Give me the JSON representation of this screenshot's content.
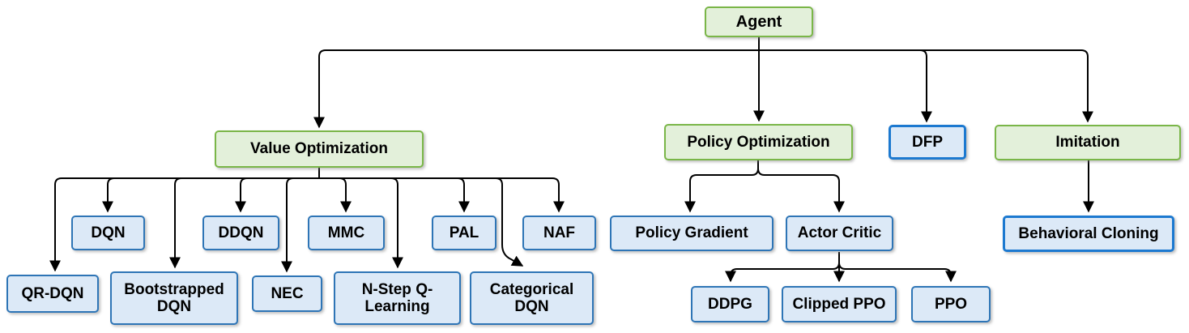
{
  "diagram": {
    "nodes": {
      "agent": {
        "label": "Agent",
        "kind": "category"
      },
      "value_optimization": {
        "label": "Value Optimization",
        "kind": "category"
      },
      "policy_optimization": {
        "label": "Policy Optimization",
        "kind": "category"
      },
      "dfp": {
        "label": "DFP",
        "kind": "algorithm"
      },
      "imitation": {
        "label": "Imitation",
        "kind": "category"
      },
      "dqn": {
        "label": "DQN",
        "kind": "algorithm"
      },
      "ddqn": {
        "label": "DDQN",
        "kind": "algorithm"
      },
      "mmc": {
        "label": "MMC",
        "kind": "algorithm"
      },
      "pal": {
        "label": "PAL",
        "kind": "algorithm"
      },
      "naf": {
        "label": "NAF",
        "kind": "algorithm"
      },
      "qr_dqn": {
        "label": "QR-DQN",
        "kind": "algorithm"
      },
      "bootstrapped_dqn": {
        "label": "Bootstrapped DQN",
        "kind": "algorithm"
      },
      "nec": {
        "label": "NEC",
        "kind": "algorithm"
      },
      "n_step_q_learning": {
        "label": "N-Step Q-Learning",
        "kind": "algorithm"
      },
      "categorical_dqn": {
        "label": "Categorical DQN",
        "kind": "algorithm"
      },
      "policy_gradient": {
        "label": "Policy Gradient",
        "kind": "algorithm"
      },
      "actor_critic": {
        "label": "Actor Critic",
        "kind": "algorithm"
      },
      "ddpg": {
        "label": "DDPG",
        "kind": "algorithm"
      },
      "clipped_ppo": {
        "label": "Clipped PPO",
        "kind": "algorithm"
      },
      "ppo": {
        "label": "PPO",
        "kind": "algorithm"
      },
      "behavioral_cloning": {
        "label": "Behavioral Cloning",
        "kind": "algorithm"
      }
    },
    "edges": [
      [
        "agent",
        "value_optimization"
      ],
      [
        "agent",
        "policy_optimization"
      ],
      [
        "agent",
        "dfp"
      ],
      [
        "agent",
        "imitation"
      ],
      [
        "value_optimization",
        "qr_dqn"
      ],
      [
        "value_optimization",
        "dqn"
      ],
      [
        "value_optimization",
        "bootstrapped_dqn"
      ],
      [
        "value_optimization",
        "ddqn"
      ],
      [
        "value_optimization",
        "nec"
      ],
      [
        "value_optimization",
        "mmc"
      ],
      [
        "value_optimization",
        "n_step_q_learning"
      ],
      [
        "value_optimization",
        "pal"
      ],
      [
        "value_optimization",
        "categorical_dqn"
      ],
      [
        "value_optimization",
        "naf"
      ],
      [
        "policy_optimization",
        "policy_gradient"
      ],
      [
        "policy_optimization",
        "actor_critic"
      ],
      [
        "actor_critic",
        "ddpg"
      ],
      [
        "actor_critic",
        "clipped_ppo"
      ],
      [
        "actor_critic",
        "ppo"
      ],
      [
        "imitation",
        "behavioral_cloning"
      ]
    ],
    "colors": {
      "green_fill": "#e3f0da",
      "green_border": "#7ab648",
      "blue_fill": "#dce9f7",
      "blue_border": "#2e75b6",
      "bright_blue_border": "#1c79d0",
      "line": "#000000"
    }
  }
}
